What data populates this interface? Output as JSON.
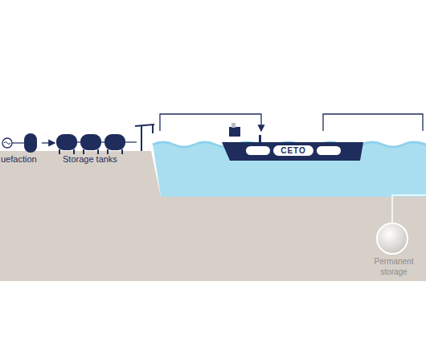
{
  "diagram": {
    "nodes": [
      {
        "text": [
          "uefaction"
        ]
      },
      {
        "text": [
          "Storage tanks"
        ]
      },
      {
        "text": [
          "CETO"
        ]
      },
      {
        "text": [
          "Permanent storage"
        ]
      }
    ],
    "edges": [
      {
        "from": 0,
        "to": 1,
        "arrow": "to"
      },
      {
        "from": 1,
        "to": 2,
        "arrow": "to"
      }
    ]
  }
}
